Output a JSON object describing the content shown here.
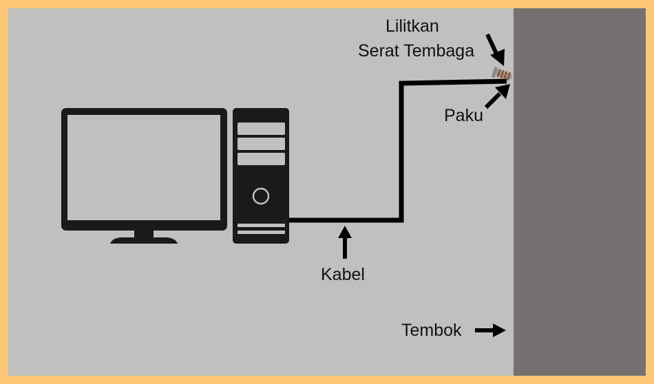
{
  "labels": {
    "coil_line1": "Lilitkan",
    "coil_line2": "Serat Tembaga",
    "nail": "Paku",
    "cable": "Kabel",
    "wall": "Tembok"
  },
  "colors": {
    "frame": "#fcc777",
    "background": "#c0c0c0",
    "wall": "#757171",
    "computer": "#1a1a1a",
    "copper_wire": "#8b5a3c"
  },
  "icons": [
    "monitor-icon",
    "pc-tower-icon",
    "nail-icon",
    "arrow-icon"
  ]
}
